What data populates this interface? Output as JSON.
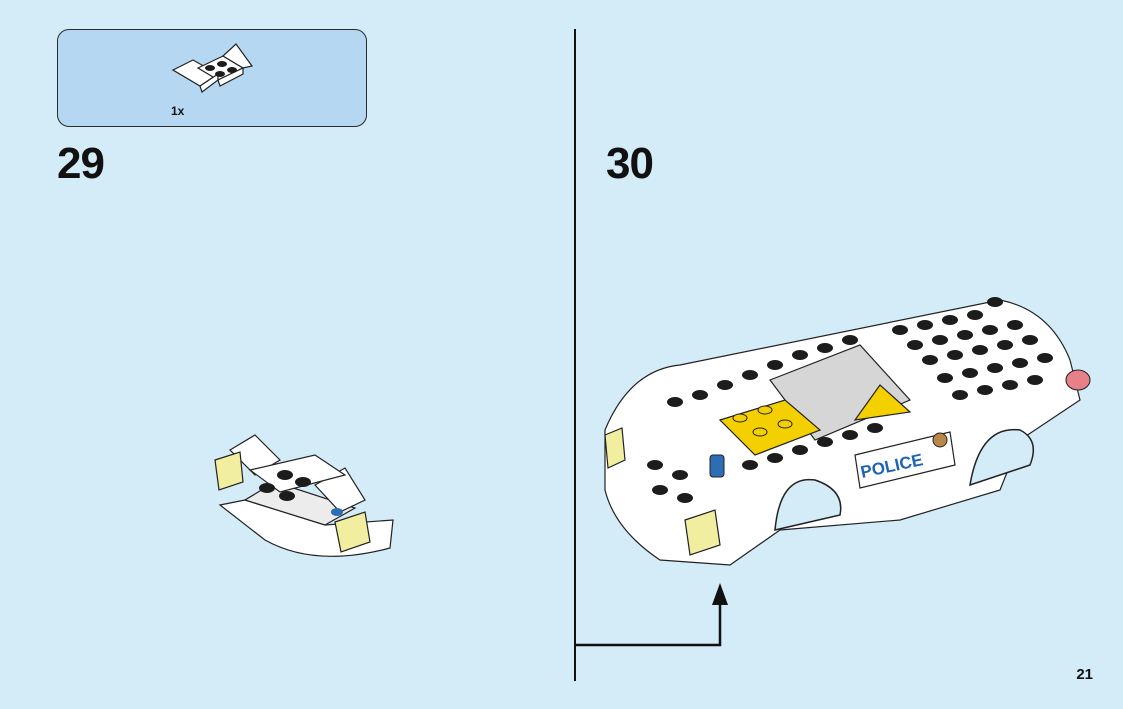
{
  "parts_box": {
    "items": [
      {
        "icon": "white-wedge-plate-part-icon",
        "quantity": "1x"
      }
    ]
  },
  "steps": [
    {
      "number": "29"
    },
    {
      "number": "30"
    }
  ],
  "vehicle": {
    "label": "POLICE"
  },
  "page": {
    "number": "21"
  },
  "colors": {
    "background": "#d4ebf8",
    "parts_box": "#b5d7f1",
    "label_blue": "#1e64b4",
    "highlight_yellow": "#f5d000"
  }
}
